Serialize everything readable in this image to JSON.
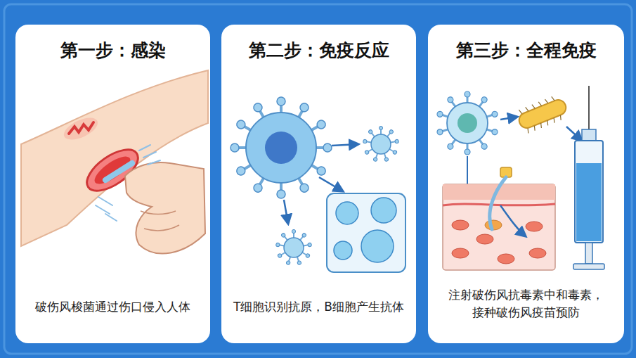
{
  "diagram": {
    "nodes": [
      {
        "text": [
          "第一步：感染",
          "破伤风梭菌通过伤口侵入人体"
        ]
      },
      {
        "text": [
          "第二步：免疫反应",
          "T细胞识别抗原，B细胞产生抗体"
        ]
      },
      {
        "text": [
          "第三步：全程免疫",
          "注射破伤风抗毒素中和毒素， 接种破伤风疫苗预防"
        ]
      }
    ]
  }
}
